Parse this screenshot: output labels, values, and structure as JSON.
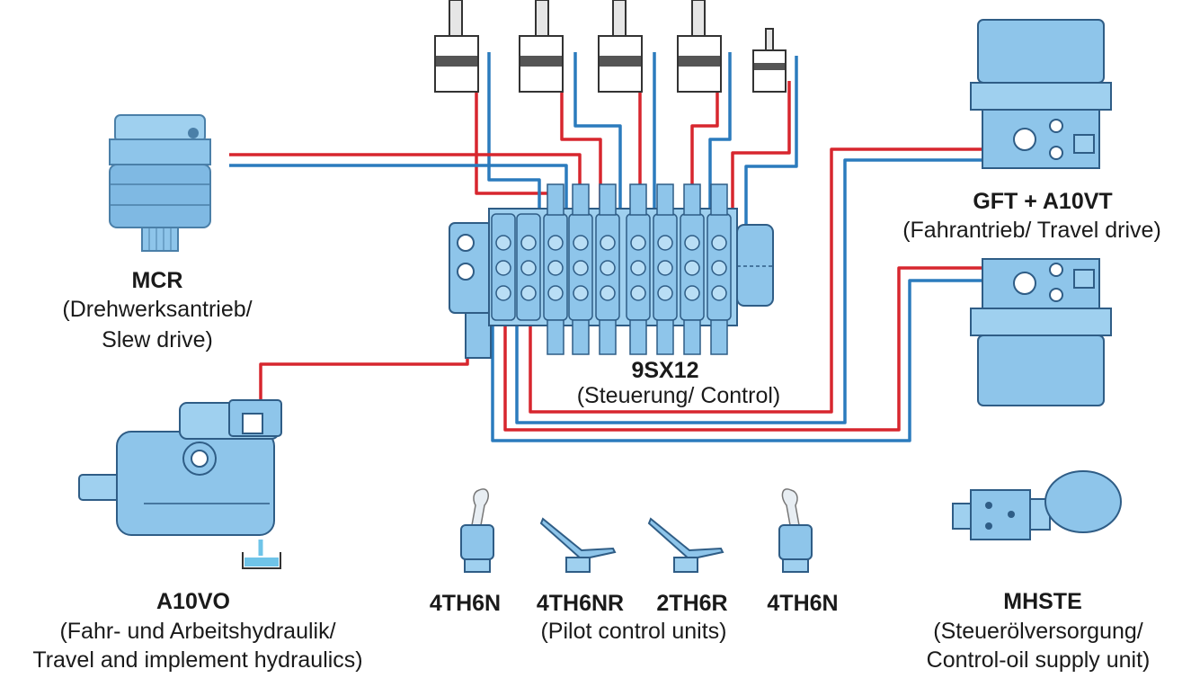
{
  "colors": {
    "pressure_line": "#d7262e",
    "return_line": "#2b7bbd",
    "component_blue": "#8ec5ea",
    "component_dark": "#2f5d86",
    "tank_fluid": "#6fc4e8"
  },
  "components": {
    "slew_drive": {
      "name": "MCR",
      "desc_1": "(Drehwerksantrieb/",
      "desc_2": "Slew drive)"
    },
    "control_valve": {
      "name": "9SX12",
      "desc_1": "(Steuerung/ Control)"
    },
    "travel_drive": {
      "name": "GFT + A10VT",
      "desc_1": "(Fahrantrieb/ Travel drive)"
    },
    "pump": {
      "name": "A10VO",
      "desc_1": "(Fahr- und Arbeitshydraulik/",
      "desc_2": "Travel and implement hydraulics)"
    },
    "pilot_units": {
      "items": [
        "4TH6N",
        "4TH6NR",
        "2TH6R",
        "4TH6N"
      ],
      "desc_1": "(Pilot control units)"
    },
    "supply_unit": {
      "name": "MHSTE",
      "desc_1": "(Steuerölversorgung/",
      "desc_2": "Control-oil supply unit)"
    }
  }
}
